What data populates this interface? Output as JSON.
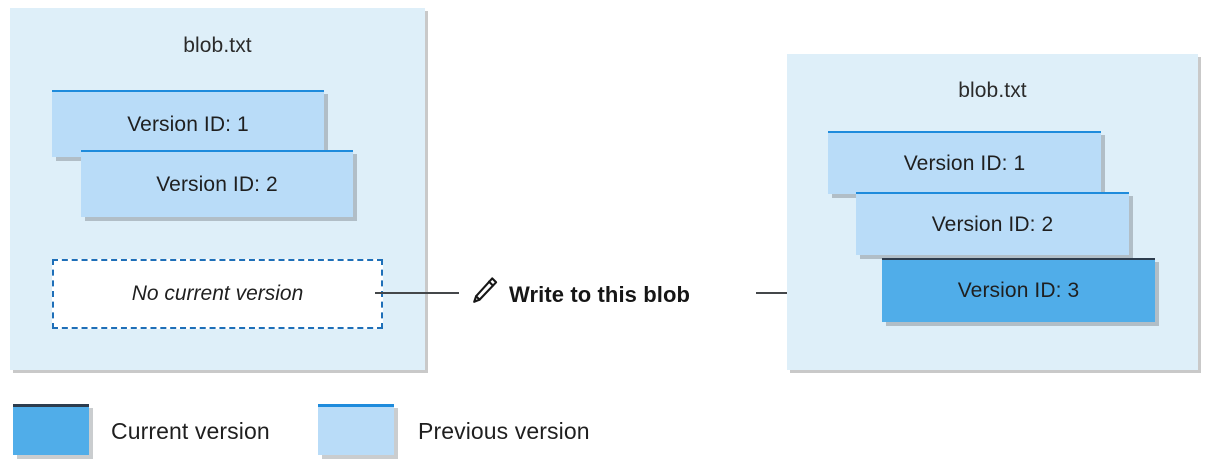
{
  "diagram": {
    "title_before": "blob.txt",
    "title_after": "blob.txt",
    "action_label": "Write to this blob",
    "pencil_icon": "pencil-icon",
    "no_current_version_label": "No current version",
    "before": {
      "panel_name": "blob.txt",
      "versions": [
        {
          "label": "Version ID: 1",
          "state": "previous"
        },
        {
          "label": "Version ID: 2",
          "state": "previous"
        }
      ],
      "current": null
    },
    "after": {
      "panel_name": "blob.txt",
      "versions": [
        {
          "label": "Version ID: 1",
          "state": "previous"
        },
        {
          "label": "Version ID: 2",
          "state": "previous"
        },
        {
          "label": "Version ID: 3",
          "state": "current"
        }
      ]
    }
  },
  "legend": {
    "items": [
      {
        "label": "Current version",
        "swatch": "current"
      },
      {
        "label": "Previous version",
        "swatch": "previous"
      }
    ]
  },
  "colors": {
    "panel_fill": "#deeff9",
    "previous_version_fill": "#b9dcf8",
    "previous_version_border": "#1e8bdc",
    "current_version_fill": "#50ade9",
    "current_version_border": "#2c3c4e",
    "dashed_border": "#1e6fb8",
    "connector": "#44474a",
    "text": "#1f1f1f"
  }
}
